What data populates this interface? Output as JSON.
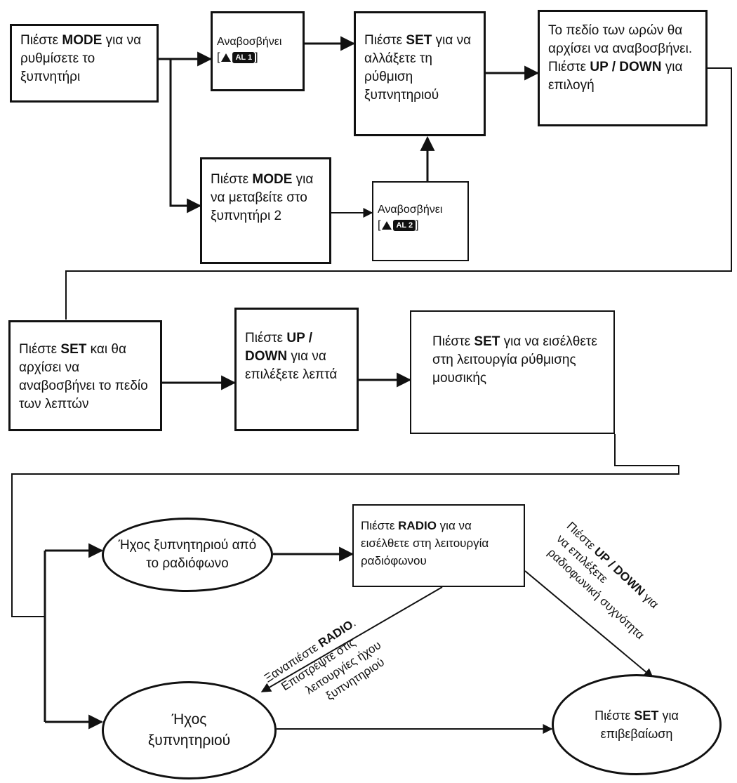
{
  "nodes": {
    "mode_alarm": {
      "a": "Πιέστε ",
      "b": "MODE",
      "c": " για να ρυθμίσετε το ξυπνητήρι"
    },
    "blink_al1": {
      "label": "Αναβοσβήνει",
      "tag": "AL 1"
    },
    "set_change": {
      "a": "Πιέστε ",
      "b": "SET",
      "c": " για να αλλάξετε τη ρύθμιση ξυπνητηριού"
    },
    "hours_field": {
      "a": "Το πεδίο των ωρών θα αρχίσει να αναβοσβήνει.",
      "b": "Πιέστε ",
      "c": "UP / DOWN",
      "d": " για επιλογή"
    },
    "mode_alarm2": {
      "a": "Πιέστε ",
      "b": "MODE",
      "c": " για να μεταβείτε στο ξυπνητήρι 2"
    },
    "blink_al2": {
      "label": "Αναβοσβήνει",
      "tag": "AL 2"
    },
    "set_minutes": {
      "a": "Πιέστε ",
      "b": "SET",
      "c": " και θα αρχίσει να αναβοσβήνει το πεδίο των λεπτών"
    },
    "updown_minutes": {
      "a": "Πιέστε ",
      "b": "UP / DOWN",
      "c": " για να επιλέξετε λεπτά"
    },
    "set_music": {
      "a": "Πιέστε ",
      "b": "SET",
      "c": " για να εισέλθετε στη λειτουργία ρύθμισης μουσικής"
    },
    "radio_sound": {
      "text": "Ήχος ξυπνητηριού από το ραδιόφωνο"
    },
    "radio_mode": {
      "a": "Πιέστε ",
      "b": "RADIO",
      "c": " για να εισέλθετε στη λειτουργία ραδιόφωνου"
    },
    "alarm_sound": {
      "text": "Ήχος ξυπνητηριού"
    },
    "set_confirm": {
      "a": "Πιέστε ",
      "b": "SET",
      "c": " για επιβεβαίωση"
    }
  },
  "labels": {
    "back_line1_a": "Ξαναπιέστε ",
    "back_line1_b": "RADIO",
    "back_line1_c": ".",
    "back_line2": "Επιστρέψτε στις",
    "back_line3": "λειτουργίες ήχου",
    "back_line4": "ξυπνητηριού",
    "freq_line1_a": "Πιέστε ",
    "freq_line1_b": "UP / DOWN",
    "freq_line1_c": " για",
    "freq_line2": "να επιλέξετε",
    "freq_line3": "ραδιοφωνική συχνότητα"
  },
  "colors": {
    "ink": "#111111",
    "background": "#ffffff"
  }
}
